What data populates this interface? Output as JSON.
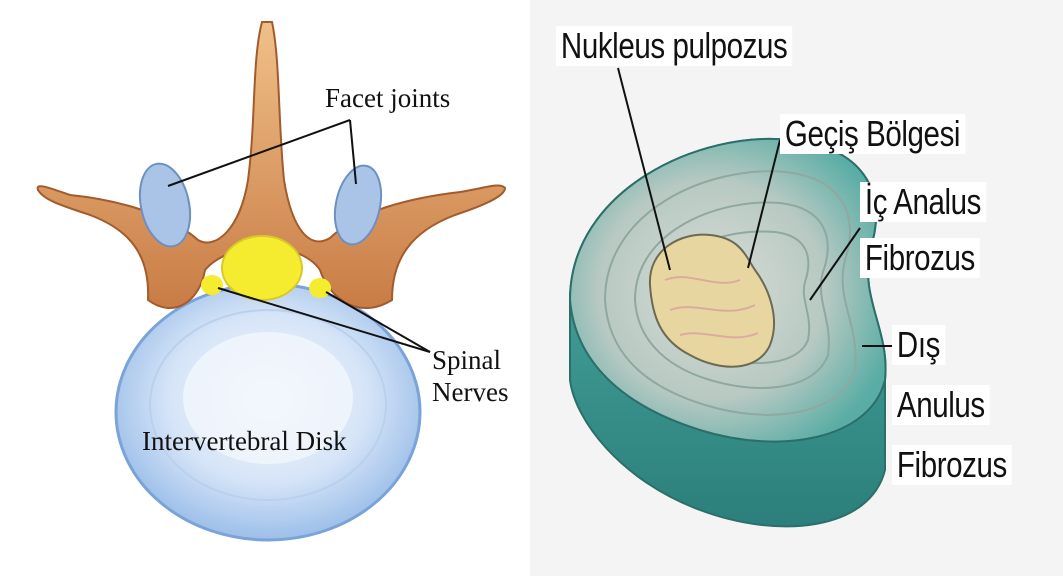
{
  "left_figure": {
    "labels": {
      "facet_joints": "Facet joints",
      "spinal": "Spinal",
      "nerves": "Nerves",
      "intervertebral_disk": "Intervertebral Disk"
    },
    "colors": {
      "bone": "#d9925a",
      "facet_cartilage": "#a9c4e6",
      "nerve": "#f6ec2f",
      "disk_outer": "#9ec2ee",
      "disk_inner": "#e4eefb"
    }
  },
  "right_figure": {
    "labels": {
      "nucleus": "Nukleus pulpozus",
      "transition": "Geçiş Bölgesi",
      "inner_annulus_1": "İç Analus",
      "inner_annulus_2": "Fibrozus",
      "outer_annulus_1": "Dış",
      "outer_annulus_2": "Anulus",
      "outer_annulus_3": "Fibrozus"
    },
    "colors": {
      "annulus_outer": "#3f9e9a",
      "annulus_inner": "#c8cfc8",
      "nucleus": "#e8d6a0"
    }
  }
}
